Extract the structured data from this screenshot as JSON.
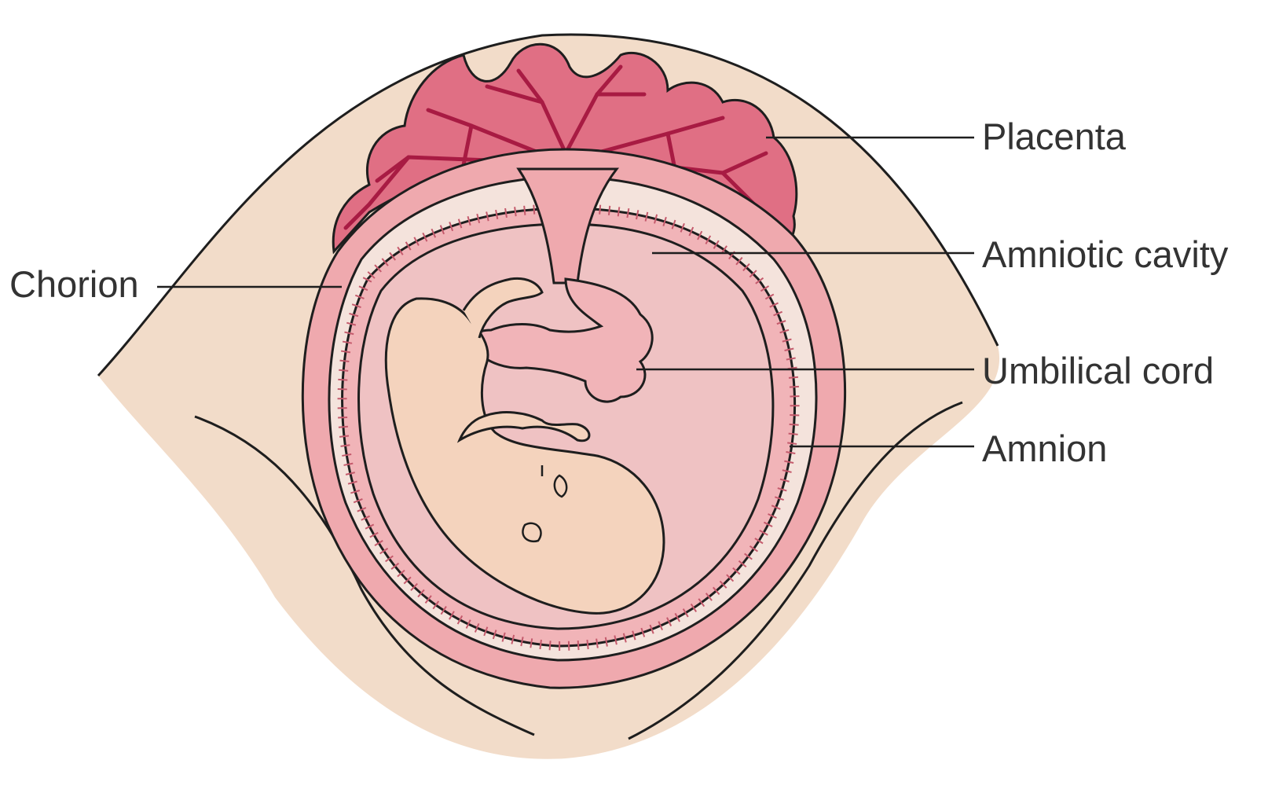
{
  "labels": {
    "placenta": "Placenta",
    "amniotic_cavity": "Amniotic cavity",
    "chorion": "Chorion",
    "umbilical_cord": "Umbilical cord",
    "amnion": "Amnion"
  },
  "colors": {
    "uterus_wall": "#f2dcc9",
    "chorion": "#efa9ae",
    "placenta": "#e06f84",
    "placenta_vessels": "#a81b43",
    "amniotic_fluid": "#efc2c3",
    "amnion_band": "#f1b4b8",
    "fetus": "#f4d3bd",
    "outline": "#1e1e1e",
    "label_text": "#333333"
  }
}
